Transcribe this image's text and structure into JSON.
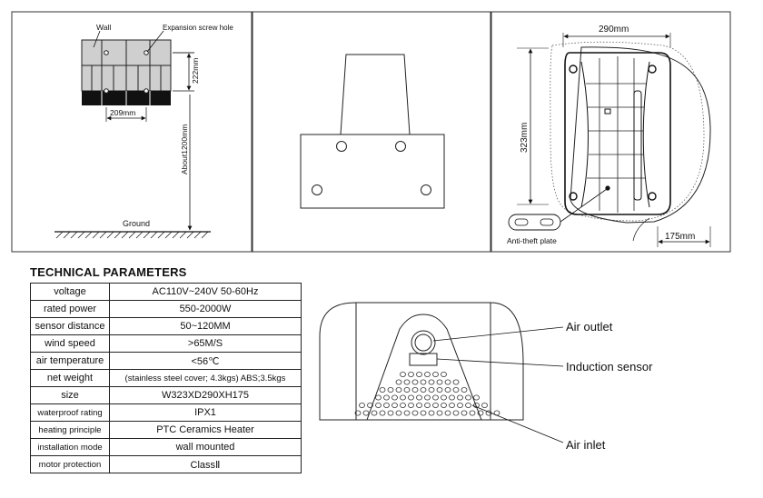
{
  "panel_left": {
    "wall": "Wall",
    "screw_hole": "Expansion screw hole",
    "dim_222": "222mm",
    "dim_209": "209mm",
    "dim_height": "About1200mm",
    "ground": "Ground"
  },
  "panel_right": {
    "dim_width": "290mm",
    "dim_height": "323mm",
    "dim_depth": "175mm",
    "anti_theft": "Anti-theft plate"
  },
  "table": {
    "title": "TECHNICAL PARAMETERS",
    "rows": [
      {
        "k": "voltage",
        "v": "AC110V~240V 50-60Hz"
      },
      {
        "k": "rated power",
        "v": "550-2000W"
      },
      {
        "k": "sensor distance",
        "v": "50~120MM"
      },
      {
        "k": "wind speed",
        "v": ">65M/S"
      },
      {
        "k": "air temperature",
        "v": "<56℃"
      },
      {
        "k": "net weight",
        "v": "(stainless steel cover; 4.3kgs) ABS;3.5kgs"
      },
      {
        "k": "size",
        "v": "W323XD290XH175"
      },
      {
        "k": "waterproof rating",
        "v": "IPX1"
      },
      {
        "k": "heating principle",
        "v": "PTC Ceramics Heater"
      },
      {
        "k": "installation mode",
        "v": "wall mounted"
      },
      {
        "k": "motor protection",
        "v": "ClassⅡ"
      }
    ]
  },
  "callouts": {
    "air_outlet": "Air outlet",
    "induction_sensor": "Induction sensor",
    "air_inlet": "Air inlet"
  }
}
